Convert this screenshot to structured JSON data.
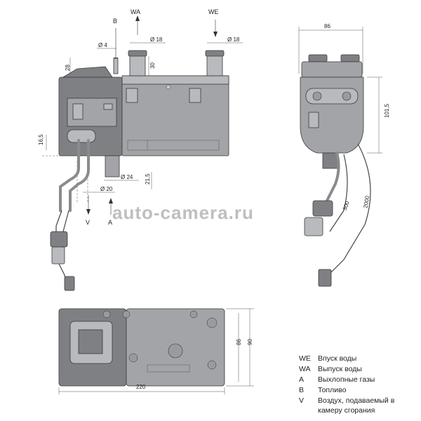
{
  "watermark": "auto-camera.ru",
  "side_view": {
    "arrows": {
      "b": "B",
      "wa": "WA",
      "we": "WE",
      "v": "V",
      "a": "A"
    },
    "dims": {
      "d4": "Ø 4",
      "d18_wa": "Ø 18",
      "d18_we": "Ø 18",
      "h28": "28",
      "h30": "30",
      "h16_5": "16,5",
      "d24": "Ø 24",
      "d20": "Ø 20",
      "h21_5": "21,5"
    }
  },
  "end_view": {
    "dims": {
      "w86": "86",
      "h101_5": "101,5",
      "c300": "300",
      "c2000": "2000"
    }
  },
  "top_view": {
    "dims": {
      "w220": "220",
      "h86": "86",
      "h90": "90"
    }
  },
  "legend": [
    {
      "code": "WE",
      "text": "Впуск воды"
    },
    {
      "code": "WA",
      "text": "Выпуск воды"
    },
    {
      "code": "A",
      "text": "Выхлопные газы"
    },
    {
      "code": "B",
      "text": "Топливо"
    },
    {
      "code": "V",
      "text": "Воздух, подаваемый в"
    }
  ],
  "legend_continuation": "камеру сгорания"
}
